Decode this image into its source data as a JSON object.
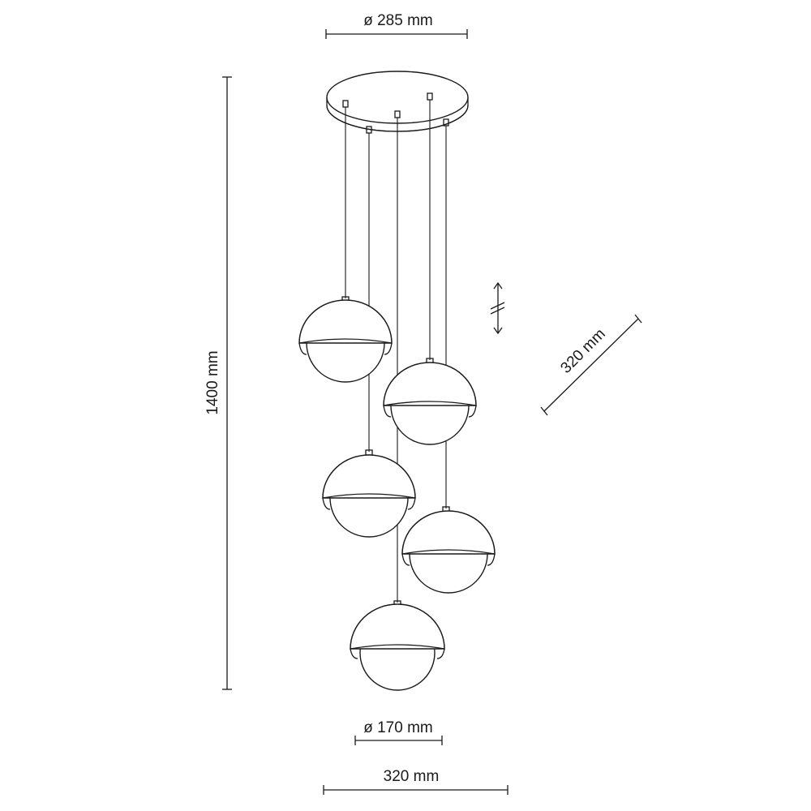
{
  "dimensions": {
    "canopy_diameter": "ø 285 mm",
    "overall_height": "1400 mm",
    "cluster_depth": "320 mm",
    "shade_diameter": "ø 170 mm",
    "overall_width": "320 mm"
  },
  "icons": {
    "adjustable_height": "adjustable-height-icon"
  },
  "colors": {
    "line": "#1a1a1a",
    "background": "#ffffff"
  }
}
